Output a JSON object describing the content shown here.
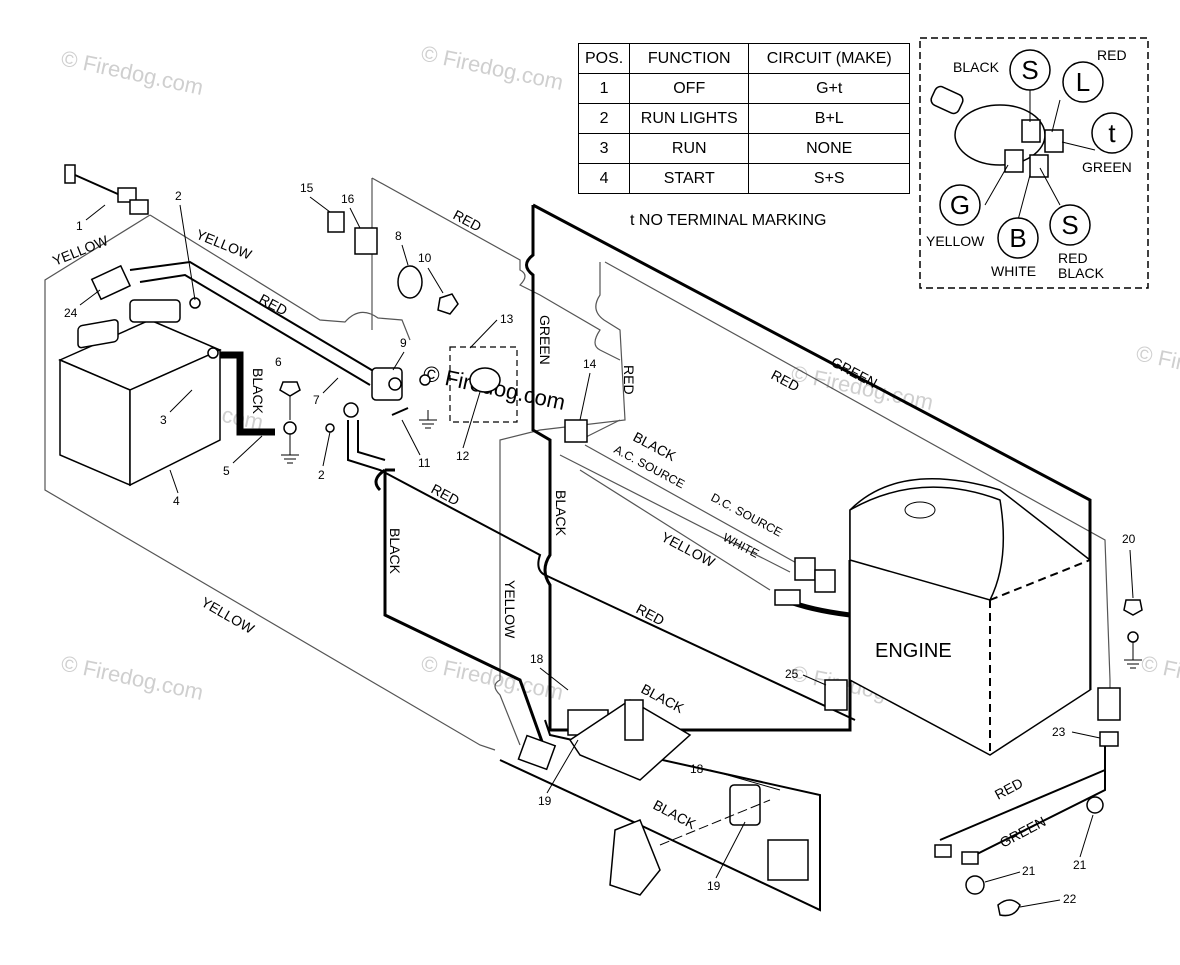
{
  "function_table": {
    "headers": [
      "POS.",
      "FUNCTION",
      "CIRCUIT  (MAKE)"
    ],
    "rows": [
      [
        "1",
        "OFF",
        "G+t"
      ],
      [
        "2",
        "RUN LIGHTS",
        "B+L"
      ],
      [
        "3",
        "RUN",
        "NONE"
      ],
      [
        "4",
        "START",
        "S+S"
      ]
    ],
    "note": "t  NO TERMINAL MARKING"
  },
  "ignition_switch": {
    "terminals": [
      "S",
      "L",
      "t",
      "G",
      "B",
      "S"
    ],
    "labels": {
      "black": "BLACK",
      "red": "RED",
      "green": "GREEN",
      "yellow": "YELLOW",
      "white": "WHITE",
      "red2": "RED",
      "black2": "BLACK"
    }
  },
  "wire_labels": {
    "yellow_1": "YELLOW",
    "yellow_2": "YELLOW",
    "yellow_3": "YELLOW",
    "yellow_4": "YELLOW",
    "yellow_5": "YELLOW",
    "red_1": "RED",
    "red_2": "RED",
    "red_3": "RED",
    "red_4": "RED",
    "red_5": "RED",
    "red_6": "RED",
    "black_1": "BLACK",
    "black_2": "BLACK",
    "black_3": "BLACK",
    "black_4": "BLACK",
    "black_5": "BLACK",
    "black_6": "BLACK",
    "green_1": "GREEN",
    "green_2": "GREEN",
    "green_3": "GREEN",
    "ac_source": "A.C. SOURCE",
    "dc_source": "D.C. SOURCE",
    "white": "WHITE",
    "engine": "ENGINE"
  },
  "callouts": [
    "1",
    "2",
    "2",
    "3",
    "4",
    "5",
    "6",
    "7",
    "8",
    "9",
    "10",
    "11",
    "12",
    "13",
    "14",
    "15",
    "16",
    "18",
    "18",
    "19",
    "19",
    "20",
    "21",
    "21",
    "22",
    "23",
    "24",
    "25"
  ],
  "watermarks": [
    "© Firedog.com",
    "© Firedog.com",
    "© Firedog.com",
    "© Firedog.com",
    "© Firedog.com",
    "© Firedog.com",
    "© Firedog.com",
    "© Firedog.com",
    "© Firedog.com",
    "© Firedog.com"
  ]
}
